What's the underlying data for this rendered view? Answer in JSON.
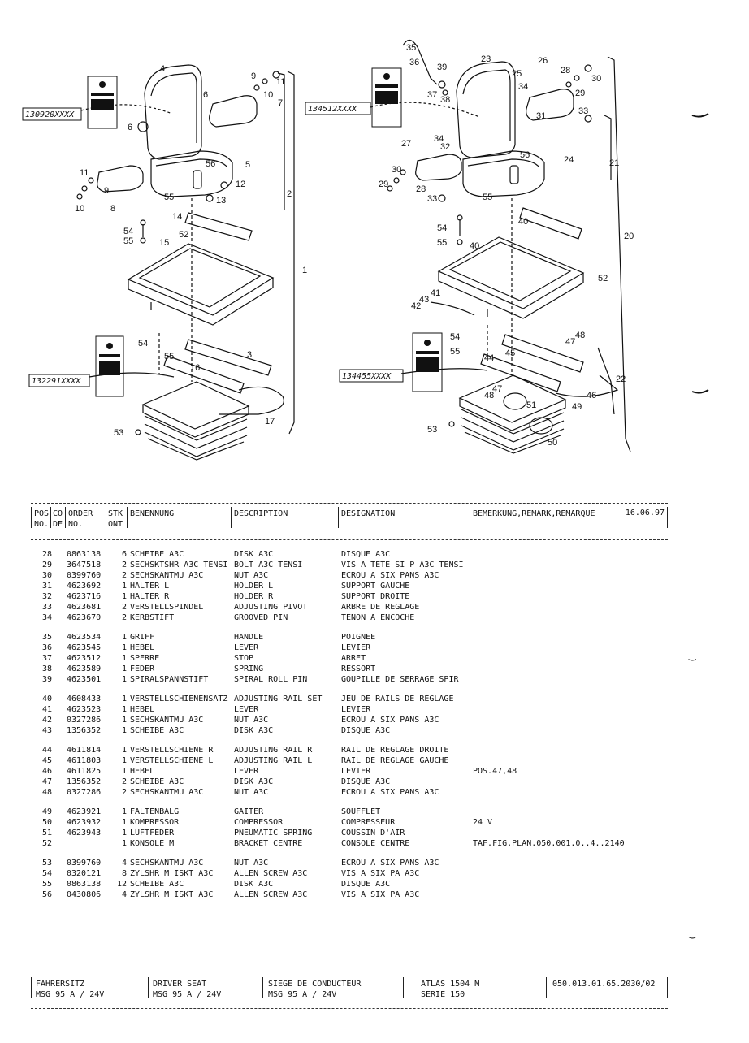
{
  "diagram": {
    "plates": [
      "130920XXXX",
      "134512XXXX",
      "132291XXXX",
      "134455XXXX"
    ],
    "callouts_left": [
      "1",
      "2",
      "3",
      "4",
      "5",
      "6",
      "6",
      "7",
      "8",
      "9",
      "9",
      "10",
      "10",
      "11",
      "11",
      "12",
      "13",
      "14",
      "15",
      "16",
      "17",
      "52",
      "53",
      "54",
      "54",
      "55",
      "55",
      "55",
      "56"
    ],
    "callouts_right": [
      "20",
      "21",
      "22",
      "23",
      "24",
      "25",
      "26",
      "27",
      "28",
      "28",
      "29",
      "29",
      "30",
      "30",
      "31",
      "32",
      "33",
      "33",
      "34",
      "34",
      "35",
      "36",
      "37",
      "38",
      "39",
      "40",
      "40",
      "41",
      "42",
      "43",
      "44",
      "45",
      "46",
      "47",
      "47",
      "48",
      "48",
      "49",
      "50",
      "51",
      "52",
      "53",
      "54",
      "54",
      "55",
      "55",
      "55",
      "56"
    ]
  },
  "header": {
    "pos": "POS",
    "no": "NO.",
    "co": "CO",
    "de": "DE",
    "order": "ORDER",
    "order_no": "NO.",
    "stk": "STK",
    "ont": "ONT",
    "benennung": "BENENNUNG",
    "description": "DESCRIPTION",
    "designation": "DESIGNATION",
    "remark": "BEMERKUNG,REMARK,REMARQUE",
    "date": "16.06.97"
  },
  "groups": [
    [
      {
        "pos": "28",
        "order": "0863138",
        "qty": "6",
        "ben": "SCHEIBE A3C",
        "desc": "DISK A3C",
        "des": "DISQUE A3C",
        "rem": ""
      },
      {
        "pos": "29",
        "order": "3647518",
        "qty": "2",
        "ben": "SECHSKTSHR A3C TENSI",
        "desc": "BOLT A3C TENSI",
        "des": "VIS A TETE SI P A3C TENSI",
        "rem": ""
      },
      {
        "pos": "30",
        "order": "0399760",
        "qty": "2",
        "ben": "SECHSKANTMU A3C",
        "desc": "NUT A3C",
        "des": "ECROU A SIX PANS A3C",
        "rem": ""
      },
      {
        "pos": "31",
        "order": "4623692",
        "qty": "1",
        "ben": "HALTER L",
        "desc": "HOLDER L",
        "des": "SUPPORT GAUCHE",
        "rem": ""
      },
      {
        "pos": "32",
        "order": "4623716",
        "qty": "1",
        "ben": "HALTER R",
        "desc": "HOLDER R",
        "des": "SUPPORT DROITE",
        "rem": ""
      },
      {
        "pos": "33",
        "order": "4623681",
        "qty": "2",
        "ben": "VERSTELLSPINDEL",
        "desc": "ADJUSTING PIVOT",
        "des": "ARBRE DE REGLAGE",
        "rem": ""
      },
      {
        "pos": "34",
        "order": "4623670",
        "qty": "2",
        "ben": "KERBSTIFT",
        "desc": "GROOVED PIN",
        "des": "TENON A ENCOCHE",
        "rem": ""
      }
    ],
    [
      {
        "pos": "35",
        "order": "4623534",
        "qty": "1",
        "ben": "GRIFF",
        "desc": "HANDLE",
        "des": "POIGNEE",
        "rem": ""
      },
      {
        "pos": "36",
        "order": "4623545",
        "qty": "1",
        "ben": "HEBEL",
        "desc": "LEVER",
        "des": "LEVIER",
        "rem": ""
      },
      {
        "pos": "37",
        "order": "4623512",
        "qty": "1",
        "ben": "SPERRE",
        "desc": "STOP",
        "des": "ARRET",
        "rem": ""
      },
      {
        "pos": "38",
        "order": "4623589",
        "qty": "1",
        "ben": "FEDER",
        "desc": "SPRING",
        "des": "RESSORT",
        "rem": ""
      },
      {
        "pos": "39",
        "order": "4623501",
        "qty": "1",
        "ben": "SPIRALSPANNSTIFT",
        "desc": "SPIRAL ROLL PIN",
        "des": "GOUPILLE DE SERRAGE SPIR",
        "rem": ""
      }
    ],
    [
      {
        "pos": "40",
        "order": "4608433",
        "qty": "1",
        "ben": "VERSTELLSCHIENENSATZ",
        "desc": "ADJUSTING RAIL SET",
        "des": "JEU DE RAILS DE REGLAGE",
        "rem": ""
      },
      {
        "pos": "41",
        "order": "4623523",
        "qty": "1",
        "ben": "HEBEL",
        "desc": "LEVER",
        "des": "LEVIER",
        "rem": ""
      },
      {
        "pos": "42",
        "order": "0327286",
        "qty": "1",
        "ben": "SECHSKANTMU A3C",
        "desc": "NUT A3C",
        "des": "ECROU A SIX PANS A3C",
        "rem": ""
      },
      {
        "pos": "43",
        "order": "1356352",
        "qty": "1",
        "ben": "SCHEIBE A3C",
        "desc": "DISK A3C",
        "des": "DISQUE A3C",
        "rem": ""
      }
    ],
    [
      {
        "pos": "44",
        "order": "4611814",
        "qty": "1",
        "ben": "VERSTELLSCHIENE R",
        "desc": "ADJUSTING RAIL R",
        "des": "RAIL DE REGLAGE DROITE",
        "rem": ""
      },
      {
        "pos": "45",
        "order": "4611803",
        "qty": "1",
        "ben": "VERSTELLSCHIENE L",
        "desc": "ADJUSTING RAIL L",
        "des": "RAIL DE REGLAGE GAUCHE",
        "rem": ""
      },
      {
        "pos": "46",
        "order": "4611825",
        "qty": "1",
        "ben": "HEBEL",
        "desc": "LEVER",
        "des": "LEVIER",
        "rem": "POS.47,48"
      },
      {
        "pos": "47",
        "order": "1356352",
        "qty": "2",
        "ben": "SCHEIBE A3C",
        "desc": "DISK A3C",
        "des": "DISQUE A3C",
        "rem": ""
      },
      {
        "pos": "48",
        "order": "0327286",
        "qty": "2",
        "ben": "SECHSKANTMU A3C",
        "desc": "NUT A3C",
        "des": "ECROU A SIX PANS A3C",
        "rem": ""
      }
    ],
    [
      {
        "pos": "49",
        "order": "4623921",
        "qty": "1",
        "ben": "FALTENBALG",
        "desc": "GAITER",
        "des": "SOUFFLET",
        "rem": ""
      },
      {
        "pos": "50",
        "order": "4623932",
        "qty": "1",
        "ben": "KOMPRESSOR",
        "desc": "COMPRESSOR",
        "des": "COMPRESSEUR",
        "rem": "24 V"
      },
      {
        "pos": "51",
        "order": "4623943",
        "qty": "1",
        "ben": "LUFTFEDER",
        "desc": "PNEUMATIC SPRING",
        "des": "COUSSIN D'AIR",
        "rem": ""
      },
      {
        "pos": "52",
        "order": "",
        "qty": "1",
        "ben": "KONSOLE M",
        "desc": "BRACKET CENTRE",
        "des": "CONSOLE CENTRE",
        "rem": "TAF.FIG.PLAN.050.001.0..4..2140"
      }
    ],
    [
      {
        "pos": "53",
        "order": "0399760",
        "qty": "4",
        "ben": "SECHSKANTMU A3C",
        "desc": "NUT A3C",
        "des": "ECROU A SIX PANS A3C",
        "rem": ""
      },
      {
        "pos": "54",
        "order": "0320121",
        "qty": "8",
        "ben": "ZYLSHR M ISKT A3C",
        "desc": "ALLEN SCREW A3C",
        "des": "VIS A SIX PA A3C",
        "rem": ""
      },
      {
        "pos": "55",
        "order": "0863138",
        "qty": "12",
        "ben": "SCHEIBE A3C",
        "desc": "DISK A3C",
        "des": "DISQUE A3C",
        "rem": ""
      },
      {
        "pos": "56",
        "order": "0430806",
        "qty": "4",
        "ben": "ZYLSHR M ISKT A3C",
        "desc": "ALLEN SCREW A3C",
        "des": "VIS A SIX PA A3C",
        "rem": ""
      }
    ]
  ],
  "footer": {
    "de_title": "FAHRERSITZ",
    "de_model": "MSG 95 A / 24V",
    "en_title": "DRIVER SEAT",
    "en_model": "MSG 95 A / 24V",
    "fr_title": "SIEGE DE CONDUCTEUR",
    "fr_model": "MSG 95 A / 24V",
    "machine": "ATLAS 1504 M",
    "series": "SERIE 150",
    "doc_no": "050.013.01.65.2030/02"
  }
}
